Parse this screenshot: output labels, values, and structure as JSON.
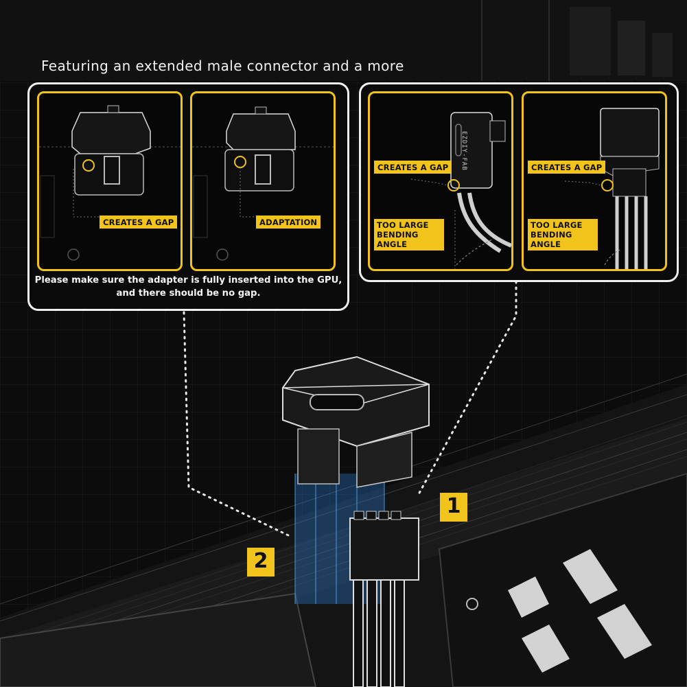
{
  "headline": "Featuring an extended male connector and a more",
  "left_panel": {
    "cells": [
      {
        "tag": "CREATES A GAP"
      },
      {
        "tag": "ADAPTATION"
      }
    ],
    "notice_line1": "Please make sure the adapter is fully inserted into the GPU,",
    "notice_line2": "and there should be no gap."
  },
  "right_panel": {
    "cells": [
      {
        "tag_gap": "CREATES A GAP",
        "tag_angle_1": "TOO LARGE",
        "tag_angle_2": "BENDING ANGLE",
        "brand": "EZDIY-FAB"
      },
      {
        "tag_gap": "CREATES A GAP",
        "tag_angle_1": "TOO LARGE",
        "tag_angle_2": "BENDING ANGLE"
      }
    ]
  },
  "markers": {
    "one": "1",
    "two": "2"
  },
  "colors": {
    "accent": "#f2c31a",
    "panel_border": "#f0f0f0",
    "highlight": "#3aa0ff",
    "background": "#0c0c0c"
  }
}
